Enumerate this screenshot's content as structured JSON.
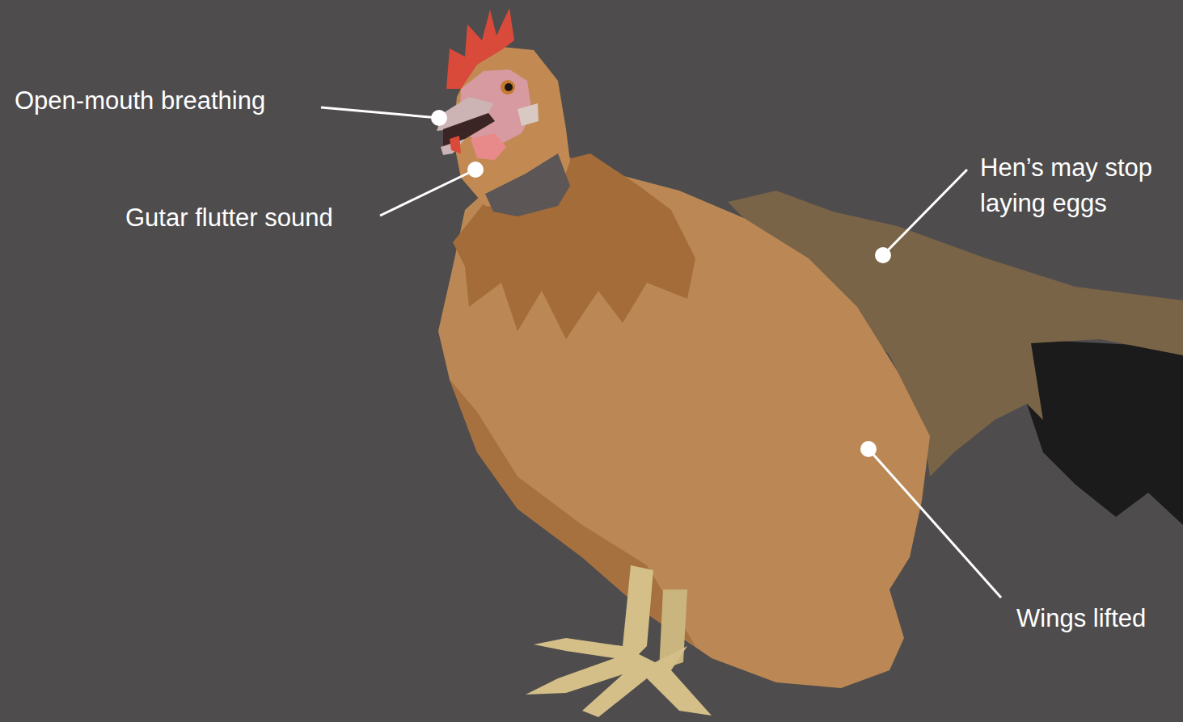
{
  "diagram": {
    "labels": [
      "Open-mouth breathing",
      "Gutar flutter sound",
      "Hen’s may stop laying eggs",
      "Wings lifted"
    ]
  }
}
